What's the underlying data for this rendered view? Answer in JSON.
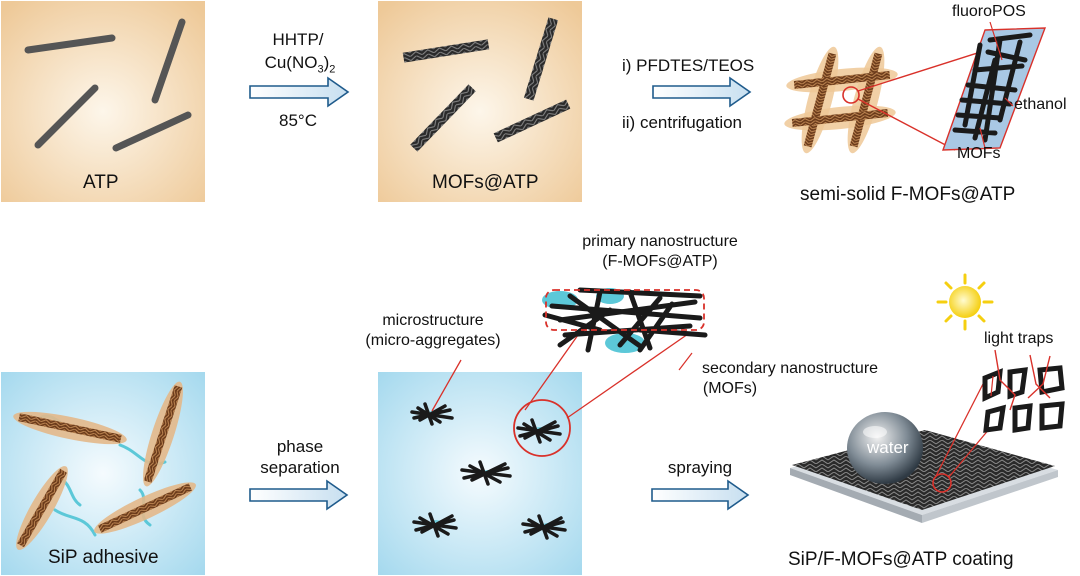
{
  "top_row": {
    "panel1_label": "ATP",
    "step1": {
      "line1": "HHTP/",
      "line2_prefix": "Cu(NO",
      "line2_sub": "3",
      "line2_paren": ")",
      "line2_sub2": "2",
      "line3": "85°C"
    },
    "panel2_label": "MOFs@ATP",
    "step2": {
      "line1": "i) PFDTES/TEOS",
      "line2": "ii) centrifugation"
    },
    "panel3_label": "semi-solid F-MOFs@ATP",
    "callouts": {
      "fluoropos": "fluoroPOS",
      "ethanol": "ethanol",
      "mofs": "MOFs"
    }
  },
  "bottom_row": {
    "panel4_label": "SiP adhesive",
    "step3": {
      "line1": "phase",
      "line2": "separation"
    },
    "microstructure": {
      "line1": "microstructure",
      "line2": "(micro-aggregates)"
    },
    "primary": {
      "line1": "primary nanostructure",
      "line2": "(F-MOFs@ATP)"
    },
    "secondary": {
      "line1": "secondary nanostructure",
      "line2": "(MOFs)"
    },
    "step4": "spraying",
    "light_traps": "light traps",
    "water": "water",
    "panel6_label": "SiP/F-MOFs@ATP coating"
  },
  "colors": {
    "tan_light": "#fbefdc",
    "tan_dark": "#eec998",
    "blue_light": "#eef8fc",
    "blue_dark": "#a9dcef",
    "red": "#d9312a",
    "rod_gray": "#6b6b6b",
    "mof_black": "#1e1e1e",
    "cyan": "#5cc8d8",
    "sun": "#f7d51d"
  }
}
